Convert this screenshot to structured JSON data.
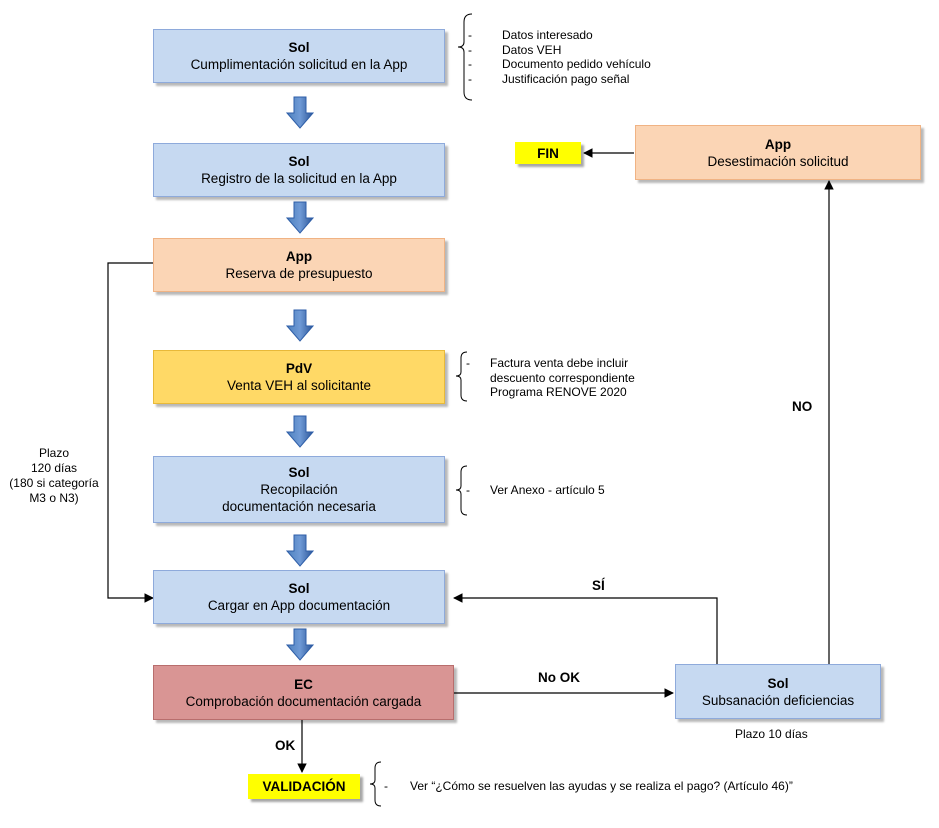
{
  "boxes": {
    "step1": {
      "role": "Sol",
      "text": "Cumplimentación solicitud en la App"
    },
    "step2": {
      "role": "Sol",
      "text": "Registro de la solicitud en la App"
    },
    "step3": {
      "role": "App",
      "text": "Reserva de presupuesto"
    },
    "step4": {
      "role": "PdV",
      "text": "Venta VEH al solicitante"
    },
    "step5": {
      "role": "Sol",
      "text1": "Recopilación",
      "text2": "documentación necesaria"
    },
    "step6": {
      "role": "Sol",
      "text": "Cargar en App documentación"
    },
    "step7": {
      "role": "EC",
      "text": "Comprobación documentación cargada"
    },
    "subsanacion": {
      "role": "Sol",
      "text": "Subsanación deficiencias"
    },
    "desestimacion": {
      "role": "App",
      "text": "Desestimación solicitud"
    }
  },
  "terminals": {
    "fin": "FIN",
    "validacion": "VALIDACIÓN"
  },
  "notes": {
    "step1": [
      "Datos interesado",
      "Datos VEH",
      "Documento pedido vehículo",
      "Justificación pago señal"
    ],
    "step4": [
      "Factura venta debe incluir",
      "descuento correspondiente",
      "Programa RENOVE 2020"
    ],
    "step5": "Ver Anexo - artículo 5",
    "validacion": "Ver “¿Cómo se resuelven las ayudas y se realiza el pago? (Artículo 46)”"
  },
  "labels": {
    "plazo": [
      "Plazo",
      "120 días",
      "(180 si categoría",
      "M3 o N3)"
    ],
    "plazo10": "Plazo 10 días",
    "no": "NO",
    "si": "SÍ",
    "nook": "No OK",
    "ok": "OK"
  },
  "colors": {
    "blue_box": "#c6d9f1",
    "orange_box": "#fbd5b5",
    "yellow_box": "#ffd966",
    "red_box": "#d99594",
    "terminal": "#ffff00",
    "down_arrow": "#2e5ea8"
  }
}
